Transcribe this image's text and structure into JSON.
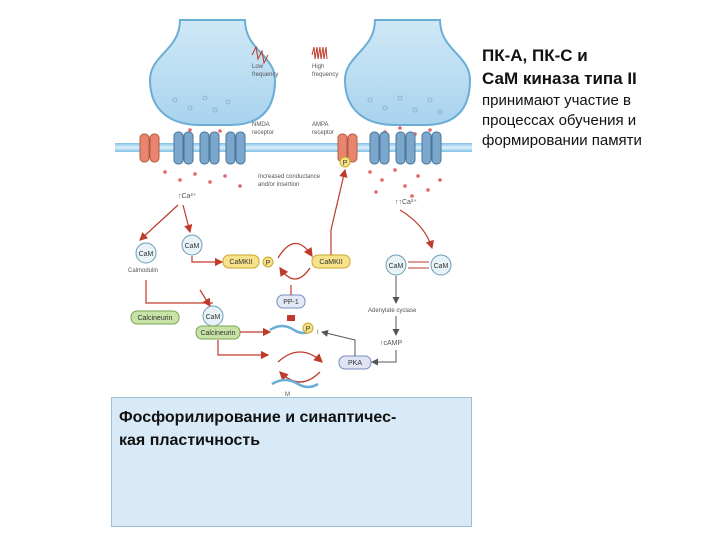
{
  "title_lines": [
    "ПК-А, ПК-С и",
    "СаМ киназа типа II"
  ],
  "description_lines": [
    "принимают участие в",
    "процессах обучения и",
    "формировании памяти"
  ],
  "caption_lines": [
    "Фосфорилирование и синаптичес-",
    "кая пластичность"
  ],
  "diagram": {
    "stim_low_line1": "Low",
    "stim_low_line2": "frequency",
    "stim_high_line1": "High",
    "stim_high_line2": "frequency",
    "nmda_line1": "NMDA",
    "nmda_line2": "receptor",
    "ampa_line1": "AMPA",
    "ampa_line2": "receptor",
    "increased_line1": "Increased conductance",
    "increased_line2": "and/or insertion",
    "ca_left": "↑Ca²⁺",
    "ca_right": "↑↑Ca²⁺",
    "cam": "CaM",
    "calmodulin": "Calmodulin",
    "camkii": "CaMKII",
    "p": "P",
    "calcineurin": "Calcineurin",
    "pp1": "PP-1",
    "i1": "I",
    "adenylate_cyclase": "Adenylate cyclase",
    "camp": "↑cAMP",
    "pka": "PKA",
    "ltd_partial": "M"
  }
}
